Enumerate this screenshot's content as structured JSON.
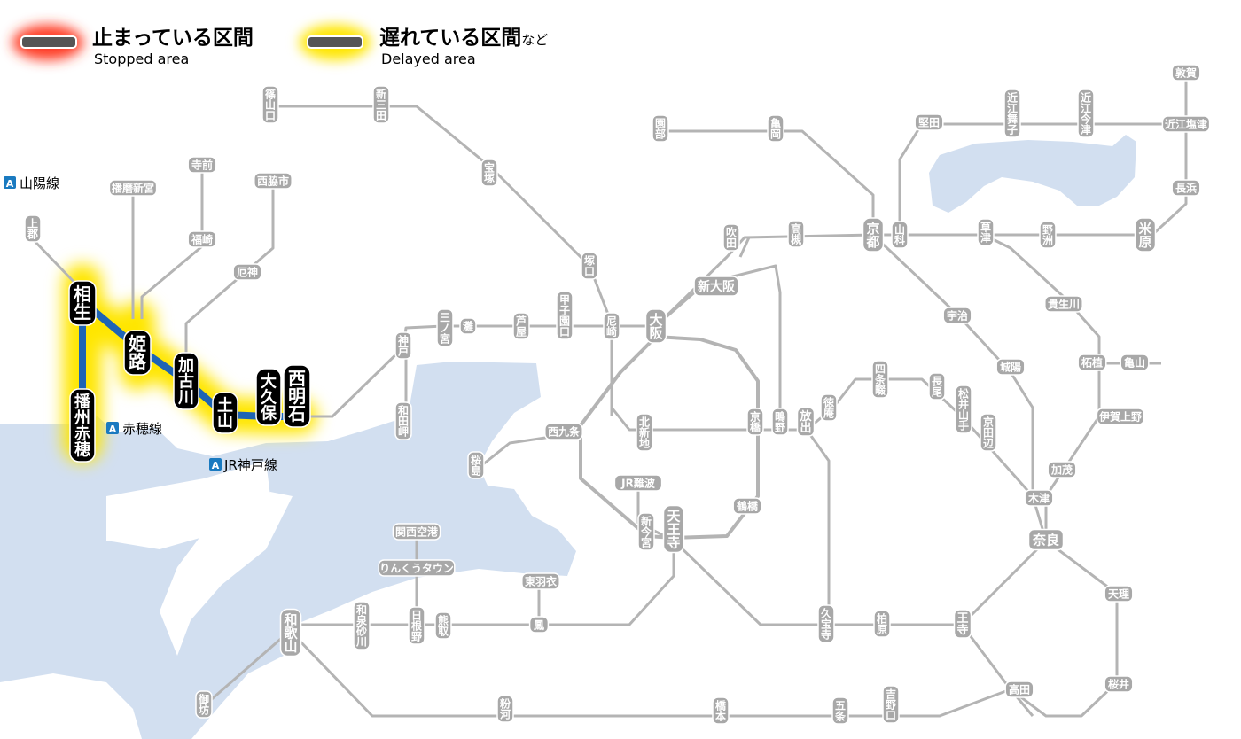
{
  "legend": {
    "stopped_label": "止まっている区間",
    "stopped_sub": "Stopped area",
    "delayed_label": "遅れている区間",
    "delayed_suffix": "など",
    "delayed_sub": "Delayed area"
  },
  "colors": {
    "water": "#d2dff0",
    "track": "#b4b4b4",
    "label_bg": "#a8a8a8",
    "highlight_line": "#1e64b4",
    "delay_glow": "#ffe600",
    "stop_glow": "#ff3c28",
    "highlight_label_bg": "#000000",
    "line_tag": "#1a7ac0"
  },
  "line_tags": {
    "sanyo": {
      "letter": "A",
      "name": "山陽線"
    },
    "ako": {
      "letter": "A",
      "name": "赤穂線"
    },
    "kobe": {
      "letter": "A",
      "name": "JR神戸線"
    }
  },
  "delayed_stations": {
    "aioi": "相生",
    "himeji": "姫路",
    "kakogawa": "加古川",
    "dozan": "土山",
    "okubo": "大久保",
    "nishiakashi": "西明石",
    "banshu_ako": "播州赤穂"
  },
  "stations": {
    "sasayamaguchi": "篠山口",
    "shinsanda": "新三田",
    "takarazuka": "宝塚",
    "tsukaguchi": "塚口",
    "amagasaki": "尼崎",
    "koshienguchi": "甲子園口",
    "ashiya": "芦屋",
    "nada": "灘",
    "sannomiya": "三ノ宮",
    "kobe": "神戸",
    "wadamisaki": "和田岬",
    "osaka": "大阪",
    "shinosaka": "新大阪",
    "suita": "吹田",
    "takatsuki": "高槻",
    "kyoto": "京都",
    "yamashina": "山科",
    "sonobe": "園部",
    "kameoka": "亀岡",
    "katata": "堅田",
    "omimaiko": "近江舞子",
    "omiimazu": "近江今津",
    "tsuruga": "敦賀",
    "omishiotsu": "近江塩津",
    "nagahama": "長浜",
    "maibara": "米原",
    "kusatsu": "草津",
    "yasu": "野洲",
    "kibukawa": "貴生川",
    "tsuge": "柘植",
    "kameyama": "亀山",
    "igaueno": "伊賀上野",
    "kamo": "加茂",
    "kizu": "木津",
    "nara": "奈良",
    "tenri": "天理",
    "sakurai": "桜井",
    "uji": "宇治",
    "joyo": "城陽",
    "shijonawate": "四条畷",
    "nagao": "長尾",
    "matsuiyamate": "松井山手",
    "kyotanabe": "京田辺",
    "tokuan": "徳庵",
    "hanaten_noe": "放出",
    "shigino": "鴫野",
    "kyobashi": "京橋",
    "kitashinchi": "北新地",
    "nishikujo": "西九条",
    "sakurajima": "桜島",
    "tsuruhashi": "鶴橋",
    "jrnamba": "JR難波",
    "shinimamiya": "新今宮",
    "tennoji": "天王寺",
    "kansai_airport": "関西空港",
    "rinku_town": "りんくうタウン",
    "higashi_hagoromo": "東羽衣",
    "otori": "鳳",
    "hineno": "日根野",
    "kumatori": "熊取",
    "izumisunagawa": "和泉砂川",
    "wakayama": "和歌山",
    "gobo": "御坊",
    "kyuhoji": "久宝寺",
    "kashiwara": "柏原",
    "oji": "王寺",
    "takada": "高田",
    "konagawa": "粉河",
    "hashimoto": "橋本",
    "gojo": "五条",
    "yoshinoguchi": "吉野口",
    "kamigori": "上郡",
    "harimashingu": "播磨新宮",
    "teramae": "寺前",
    "fukusaki": "福崎",
    "nishiwakishi": "西脇市",
    "yakujin": "厄神"
  }
}
